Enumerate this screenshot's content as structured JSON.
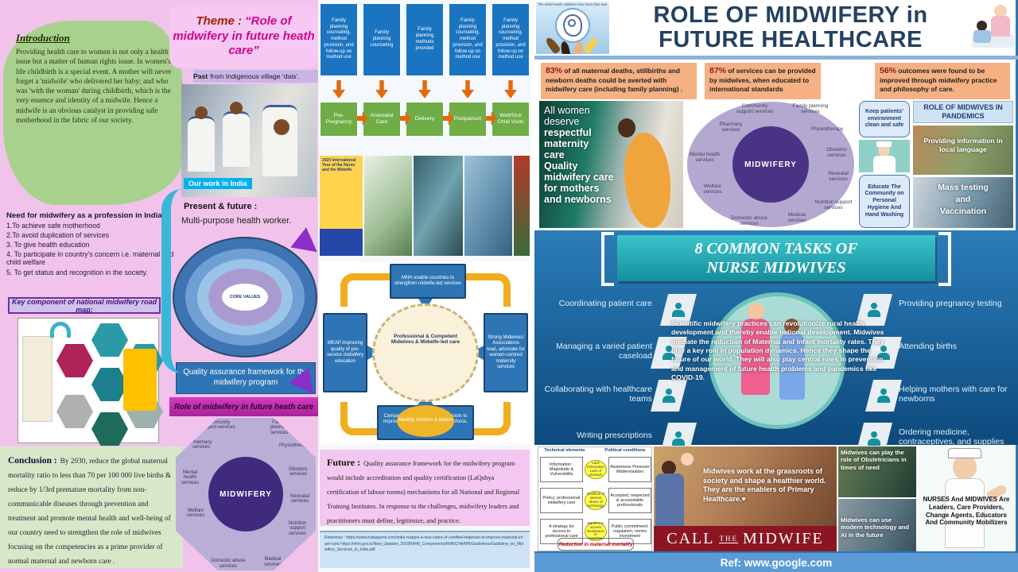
{
  "left": {
    "intro_title": "Introduction",
    "intro_body": "Providing health care to women is not only a health issue but a matter of human rights issue. In women's life childbirth is a special event. A mother will never forget a 'midwife' who delivered her baby; and who was 'with the woman' during childbirth, which is the very essence and identity of a midwife. Hence a midwife is an obvious catalyst in providing safe motherhood in the fabric of our society.",
    "need_title": "Need for midwifery as a profession in India :",
    "need_items": [
      "1.To achieve safe motherhood",
      "2.To avoid duplication of services",
      "3. To give health education",
      "4. To participate in country's concern i.e. maternal and child welfare",
      "5. To get status and recognition in the society."
    ],
    "roadmap_title": "Key component of national midwifery road map:",
    "conclusion_label": "Conclusion :",
    "conclusion_body": "By 2030, reduce the global maternal mortality ratio to less than 70 per 100 000 live births & reduce by 1/3rd premature mortality from non-communicable diseases through prevention and treatment and promote mental health and well-being of our country  need to strengthen the role of midwives focusing on the competencies as a prime provider of normal maternal and newborn care .",
    "theme_label": "Theme :",
    "theme_quote": "“Role of midwifery in future heath care”",
    "past_bold": "Past",
    "past_rest": "from Indigenous village ‘dais’.",
    "our_work": "Our work in India",
    "present_1": "Present & future :",
    "present_2": "Multi-purpose health worker.",
    "core_values": "CORE VALUES",
    "qa_box": "Quality assurance framework for the midwifery program",
    "role_banner": "Role of midwifery in future  heath care",
    "flow_top": [
      "Family planning counseling, method provision, and follow-up on method use",
      "Family planning counseling",
      "Family planning methods provided",
      "Family planning counseling, method provision, and follow-up on method use",
      "Family planning counseling, method provision, and follow-up on method use"
    ],
    "flow_stages": [
      "Pre-Pregnancy",
      "Antenatal Care",
      "Delivery",
      "Postpartum",
      "Well/Sick Child Visits"
    ],
    "strip_caption": "2020 International Year of the Nurse and the Midwife",
    "cycle_top": "MNH enable countries to strengthen midwife-led services",
    "cycle_left": "MEAP improving quality of pre-service midwifery education",
    "cycle_right": "Strong Midwives/ Associations lead, advocate for women-centred maternity services",
    "cycle_bottom": "Competencies and assessment tools to improve quality of education, workforce, and practice",
    "cycle_center": "Professional & Competent Midwives & Midwife-led care",
    "cycle_inner": "Healthy mothers & babies",
    "future_label": "Future :",
    "future_body": "Quality assurance framework for the midwifery program would include accreditation and quality certification (LaQshya certification of labour rooms) mechanisms for all National and Regional Training Institutes. In response to the challenges, midwifery leaders and practitioners must define, legitimize, and practice.",
    "reference": "Reference : https://www.indiaspend.com/india-nudges-a-new-cadre-of-certified-midwives-to-improve-maternal-infant-care/ https://nhm.gov.in/New_Updates_2018/NHM_Components/RMNCHA/MH/Guidelines/Guideline_on_Midwifery_Services_in_India.pdf"
  },
  "wheel": {
    "center": "MIDWIFERY",
    "community": "Community support services",
    "family": "Family planning services",
    "pharmacy": "Pharmacy services",
    "physio": "Physiotherapy",
    "mental": "Mental health services",
    "obstetric": "Obstetric services",
    "welfare": "Welfare services",
    "neonatal": "Neonatal services",
    "domestic": "Domestic abuse services",
    "medical": "Medical services",
    "nutrition": "Nutrition support services"
  },
  "right": {
    "logo_text": "The world needs midwives now more than ever",
    "title1": "ROLE OF MIDWIFERY  in",
    "title2": "FUTURE HEALTHCARE",
    "stats": [
      {
        "pct": "83%",
        "text": " of all maternal deaths, stillbirths and newborn deaths could be averted with midwifery care (including family planning) ."
      },
      {
        "pct": "87%",
        "text": " of services can be provided by midwives, when educated to international standards"
      },
      {
        "pct": "56%",
        "text": " outcomes were found to be improved through midwifery practice and philosophy of care."
      }
    ],
    "mat": [
      "All women",
      "deserve",
      "respectful",
      "maternity",
      "care",
      "Quality",
      "midwifery care",
      "for mothers",
      "and newborns"
    ],
    "keep_box": "Keep patients’ environment clean and safe",
    "educate_box": "Educate The Community on  Personal Hygiene And Hand Washing",
    "pandemics_title": "ROLE OF MIDWIVES IN PANDEMICS",
    "pandemic1": "Providing information in local language",
    "pan2": [
      "Mass testing",
      "and",
      "Vaccination"
    ],
    "tasks_t1": "8 COMMON TASKS OF",
    "tasks_t2": "NURSE MIDWIVES",
    "tasks_left": [
      "Coordinating patient care",
      "Managing a varied patient caseload",
      "Collaborating with healthcare teams",
      "Writing prescriptions"
    ],
    "tasks_right": [
      "Providing pregnancy testing",
      "Attending births",
      "Helping mothers with care for newborns",
      "Ordering medicine, contraceptives, and supplies"
    ],
    "tasks_center": "Scientific midwifery practices  can revolutionize  rural health development and thereby enable national development. Midwives mediate the reduction of Maternal and Infant mortality rates. They play a key role in population dynamics. Hence they shape the future of our world. They will also play central  roles in prevention and management of future health problems and pandemics like COVID-19.",
    "f_hl": "Technical elements",
    "f_hr": "Political conditions",
    "f_l": [
      "Information : Magnitude & Vulnerability",
      "Policy: professional midwifery care",
      "A strategy for access to professional care"
    ],
    "f_o": [
      "Lack information Lack of pressure",
      "Conflicts of interest Abuse of technology",
      "Barriers to access Resistance to regulation"
    ],
    "f_r": [
      "Awareness Pressure Modernisation",
      "Accepted, respected & accountable professionals",
      "Public commitment: regulation, norms investment"
    ],
    "f_bottom": "Reduction in maternal mortality",
    "call_text": "Midwives work at the grassroots of society and shape a healthier world. They are the enablers of Primary Healthcare.♥",
    "call_b1": "CALL",
    "call_b2": "THE",
    "call_b3": "MIDWIFE",
    "card1": "Midwives can play the role of Obstetricians in times of need",
    "card2": "Midwives can use modern technology and AI in the future",
    "nurses_note": "NURSES  And MIDWIVES Are Leaders, Care Providers, Change Agents, Educators And Community Mobilizers",
    "ref": "Ref: www.google.com"
  }
}
